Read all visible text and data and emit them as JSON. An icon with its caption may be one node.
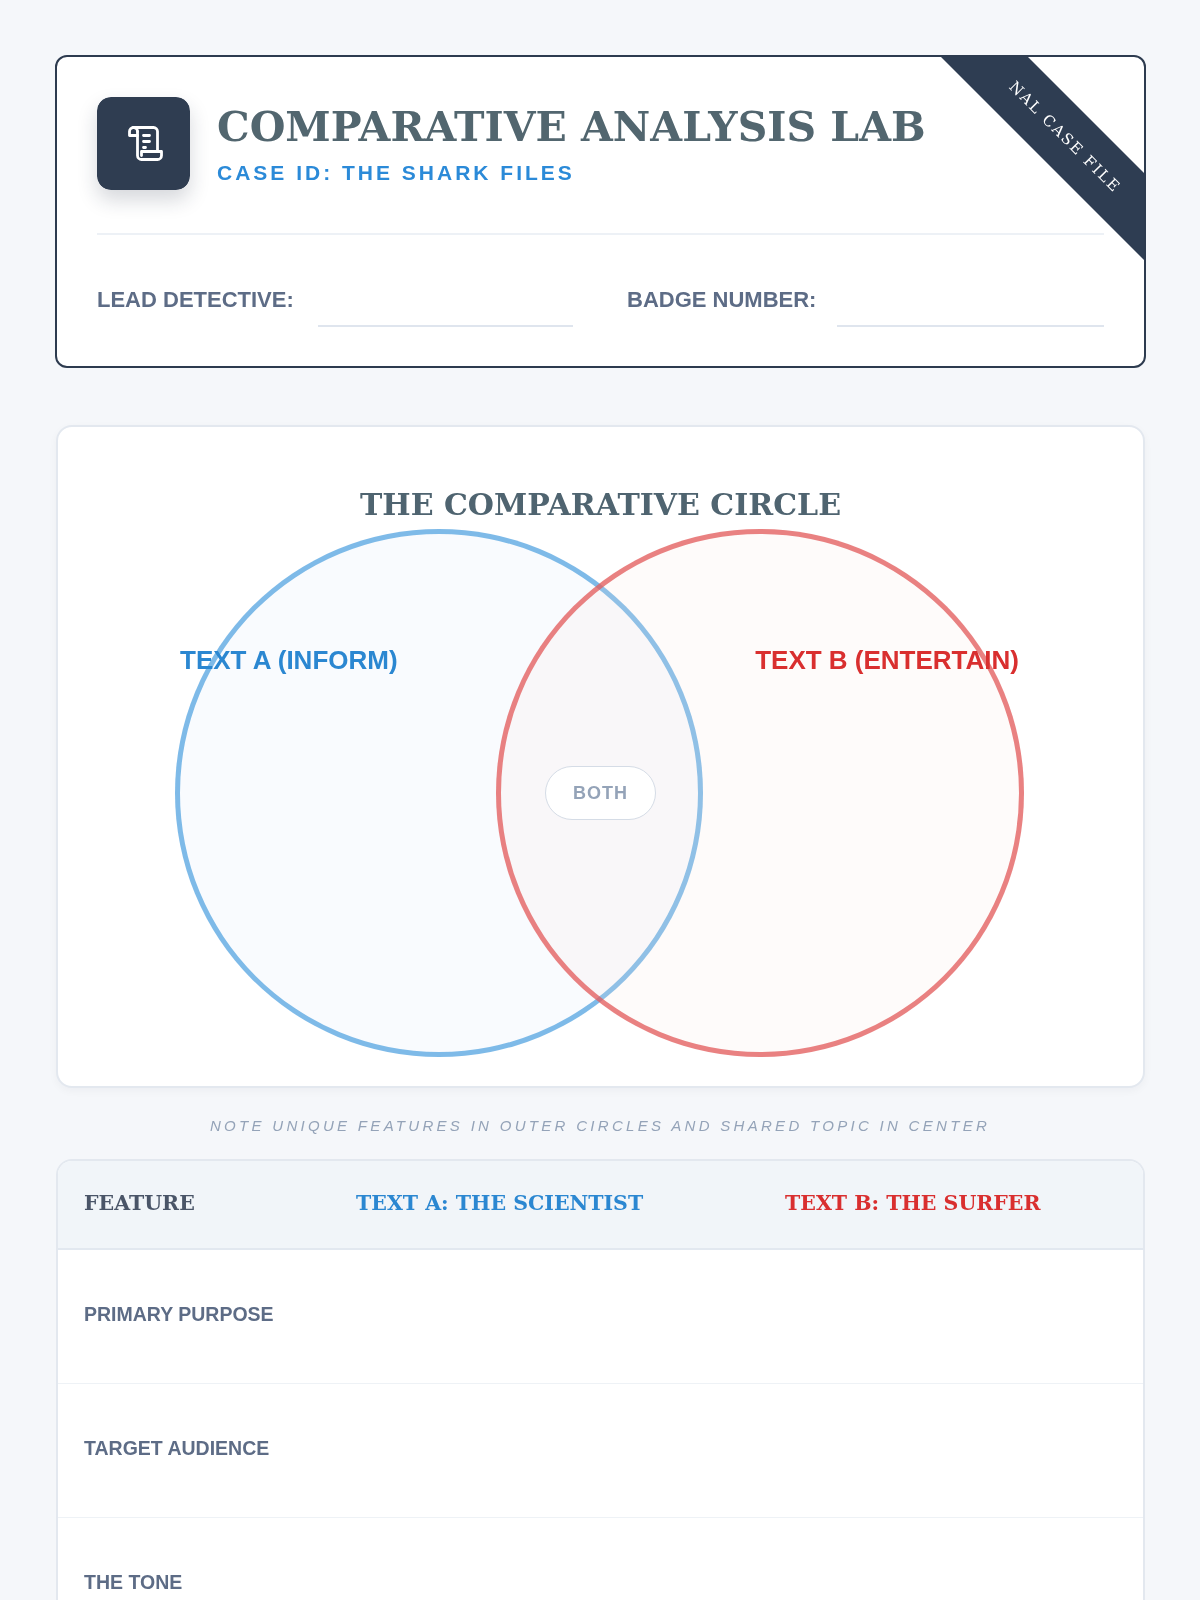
{
  "diagram": {
    "title": "COMPARATIVE ANALYSIS LAB",
    "nodes": [
      {
        "text": [
          "NAL CASE FILE"
        ]
      },
      {
        "text": [
          "THE COMPARATIVE CIRCLE"
        ]
      },
      {
        "text": [
          "TEXT A (INFORM)"
        ],
        "in": 1
      },
      {
        "text": [
          "TEXT B (ENTERTAIN)"
        ],
        "in": 1
      },
      {
        "text": [
          "BOTH"
        ]
      }
    ],
    "labels": [
      "CASE ID: THE SHARK FILES",
      "LEAD DETECTIVE:",
      "BADGE NUMBER:",
      "NOTE UNIQUE FEATURES IN OUTER CIRCLES AND SHARED TOPIC IN CENTER",
      "FEATURE",
      "TEXT A: THE SCIENTIST",
      "TEXT B: THE SURFER",
      "PRIMARY PURPOSE",
      "TARGET AUDIENCE",
      "THE TONE"
    ]
  }
}
